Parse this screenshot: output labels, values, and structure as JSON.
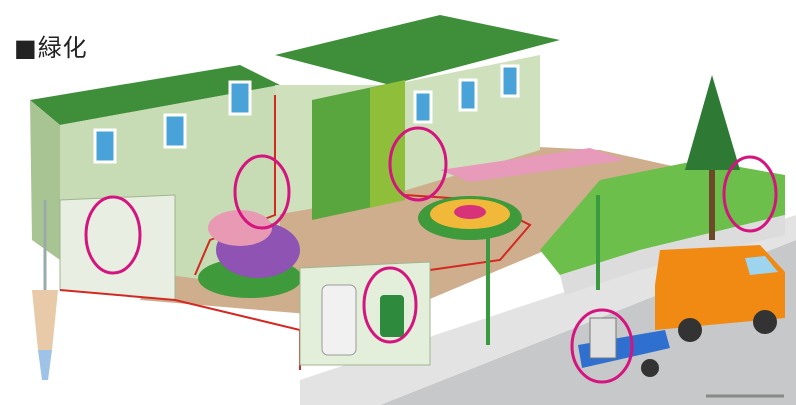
{
  "heading": {
    "marker": "■",
    "text": "緑化"
  },
  "highlight_color": "#d4147f",
  "colors": {
    "roof": "#3f8f3a",
    "wall": "#c9dcb7",
    "ground": "#c9a989",
    "pipe": "#d22a22",
    "van": "#f08a12",
    "lawn": "#6cbf4a"
  },
  "highlighted_items": [
    {
      "name": "indoor-controller-unit"
    },
    {
      "name": "wall-valve-box-left"
    },
    {
      "name": "wall-valve-box-right"
    },
    {
      "name": "basement-water-tank"
    },
    {
      "name": "street-side-valve-box"
    },
    {
      "name": "service-trailer-equipment"
    }
  ]
}
